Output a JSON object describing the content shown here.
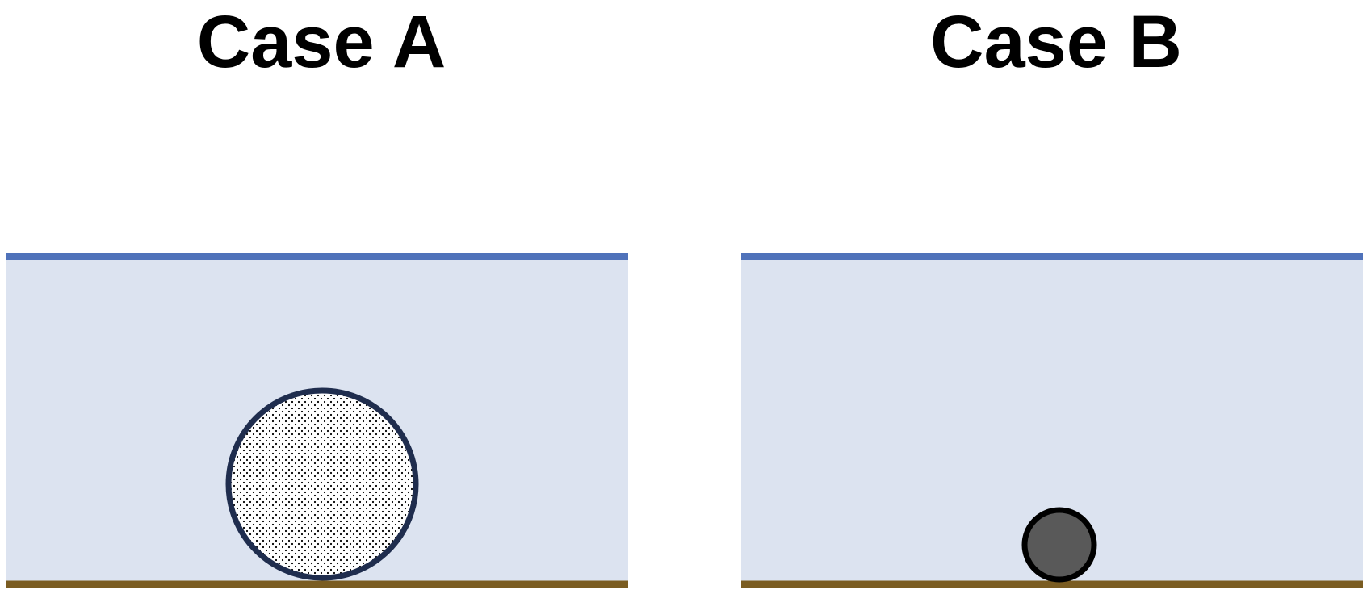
{
  "panels": [
    {
      "title": "Case A",
      "ball_style": "dotted-hollow"
    },
    {
      "title": "Case B",
      "ball_style": "solid-dark"
    }
  ],
  "colors": {
    "fluid_fill": "#dce3f0",
    "surface_line": "#4f72ba",
    "bed_line": "#7a5c21",
    "ball_a_outline": "#1f2d4e",
    "ball_a_fill": "#ffffff",
    "ball_a_dots": "#000000",
    "ball_b_fill": "#595959",
    "ball_b_outline": "#000000"
  }
}
